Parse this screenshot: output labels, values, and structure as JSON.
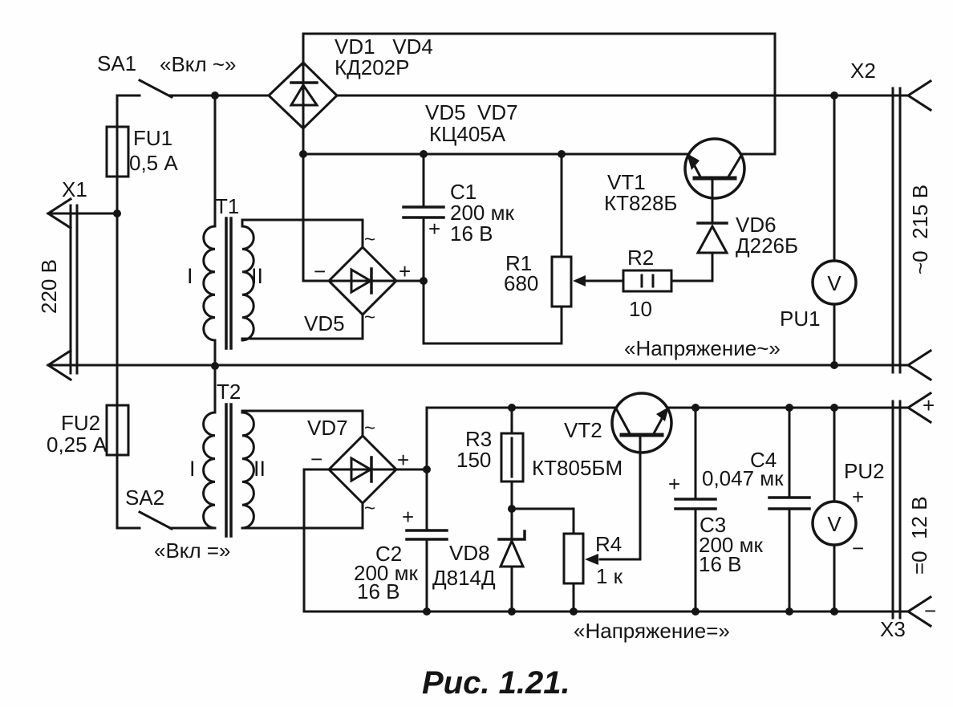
{
  "caption": "Рис. 1.21.",
  "marks": {
    "plus": "+",
    "minus": "−",
    "tilde": "~",
    "voltmeter": "V"
  },
  "nets": {
    "ac_out": "«Напряжение~»",
    "dc_out": "«Напряжение=»"
  },
  "components": {
    "sa1": {
      "ref": "SA1",
      "label": "«Вкл ~»"
    },
    "sa2": {
      "ref": "SA2",
      "label": "«Вкл =»"
    },
    "fu1": {
      "ref": "FU1",
      "value": "0,5 А"
    },
    "fu2": {
      "ref": "FU2",
      "value": "0,25 А"
    },
    "x1": {
      "ref": "X1",
      "value": "220 В"
    },
    "x2": {
      "ref": "X2",
      "value": "~0  215 В"
    },
    "x3": {
      "ref": "X3",
      "value": "=0  12 В"
    },
    "t1": {
      "ref": "T1",
      "winding1": "I",
      "winding2": "II"
    },
    "t2": {
      "ref": "T2",
      "winding1": "I",
      "winding2": "II"
    },
    "vd1_4": {
      "ref": "VD1   VD4",
      "type": "КД202Р"
    },
    "vd5_7": {
      "ref": "VD5  VD7",
      "type": "КЦ405А"
    },
    "vd5": {
      "ref": "VD5"
    },
    "vd6": {
      "ref": "VD6",
      "type": "Д226Б"
    },
    "vd7": {
      "ref": "VD7"
    },
    "vd8": {
      "ref": "VD8",
      "type": "Д814Д"
    },
    "c1": {
      "ref": "C1",
      "value": "200 мк",
      "voltage": "16 В"
    },
    "c2": {
      "ref": "C2",
      "value": "200 мк",
      "voltage": "16 В"
    },
    "c3": {
      "ref": "C3",
      "value": "200 мк",
      "voltage": "16 В"
    },
    "c4": {
      "ref": "C4",
      "value": "0,047 мк"
    },
    "r1": {
      "ref": "R1",
      "value": "680"
    },
    "r2": {
      "ref": "R2",
      "value": "10"
    },
    "r3": {
      "ref": "R3",
      "value": "150"
    },
    "r4": {
      "ref": "R4",
      "value": "1 к"
    },
    "vt1": {
      "ref": "VT1",
      "type": "КТ828Б"
    },
    "vt2": {
      "ref": "VT2",
      "type": "КТ805БМ"
    },
    "pu1": {
      "ref": "PU1"
    },
    "pu2": {
      "ref": "PU2"
    }
  }
}
